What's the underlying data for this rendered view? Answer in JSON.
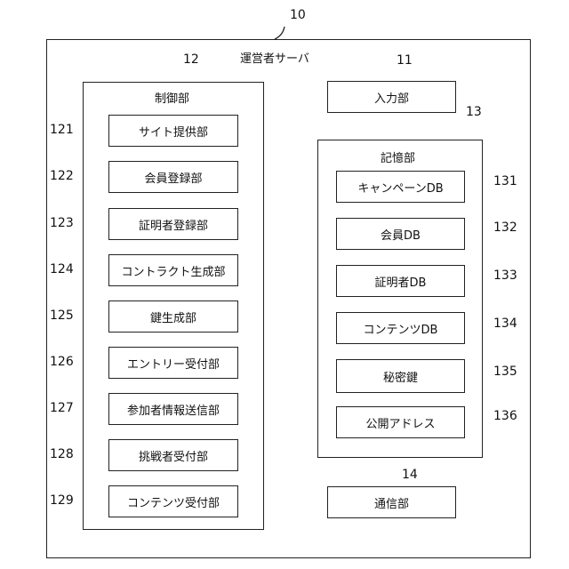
{
  "server": {
    "ref": "10",
    "title": "運営者サーバ"
  },
  "control": {
    "ref": "12",
    "title": "制御部",
    "items": [
      {
        "ref": "121",
        "label": "サイト提供部"
      },
      {
        "ref": "122",
        "label": "会員登録部"
      },
      {
        "ref": "123",
        "label": "証明者登録部"
      },
      {
        "ref": "124",
        "label": "コントラクト生成部"
      },
      {
        "ref": "125",
        "label": "鍵生成部"
      },
      {
        "ref": "126",
        "label": "エントリー受付部"
      },
      {
        "ref": "127",
        "label": "参加者情報送信部"
      },
      {
        "ref": "128",
        "label": "挑戦者受付部"
      },
      {
        "ref": "129",
        "label": "コンテンツ受付部"
      }
    ]
  },
  "input": {
    "ref": "11",
    "label": "入力部"
  },
  "storage": {
    "ref": "13",
    "title": "記憶部",
    "items": [
      {
        "ref": "131",
        "label": "キャンペーンDB"
      },
      {
        "ref": "132",
        "label": "会員DB"
      },
      {
        "ref": "133",
        "label": "証明者DB"
      },
      {
        "ref": "134",
        "label": "コンテンツDB"
      },
      {
        "ref": "135",
        "label": "秘密鍵"
      },
      {
        "ref": "136",
        "label": "公開アドレス"
      }
    ]
  },
  "comm": {
    "ref": "14",
    "label": "通信部"
  }
}
